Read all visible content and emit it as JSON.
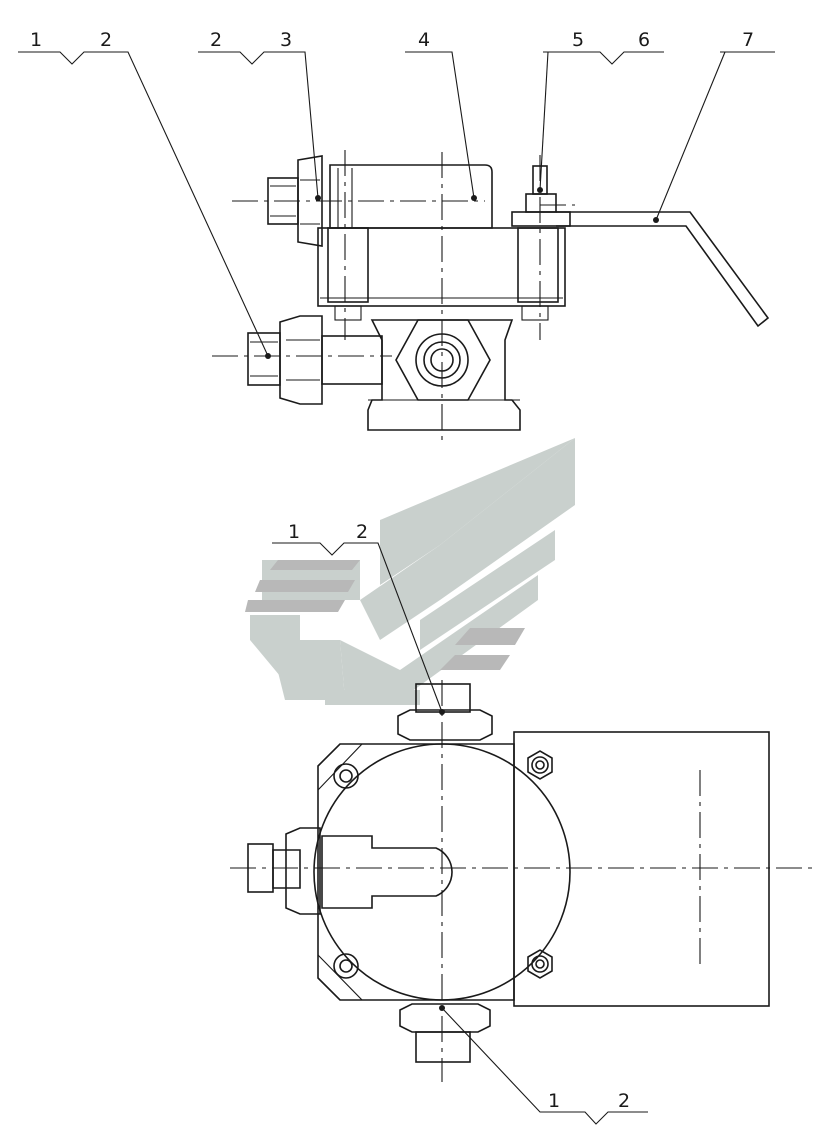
{
  "callouts": {
    "top_left": [
      "1",
      "2"
    ],
    "top_mid": [
      "2",
      "3"
    ],
    "top_center": [
      "4"
    ],
    "top_right": [
      "5",
      "6"
    ],
    "top_far": [
      "7"
    ],
    "bottom_top": [
      "1",
      "2"
    ],
    "bottom_low": [
      "1",
      "2"
    ]
  },
  "colors": {
    "line": "#1a1a1a",
    "watermark_green": "#c9d0cd",
    "watermark_grey": "#b8b8b8"
  }
}
